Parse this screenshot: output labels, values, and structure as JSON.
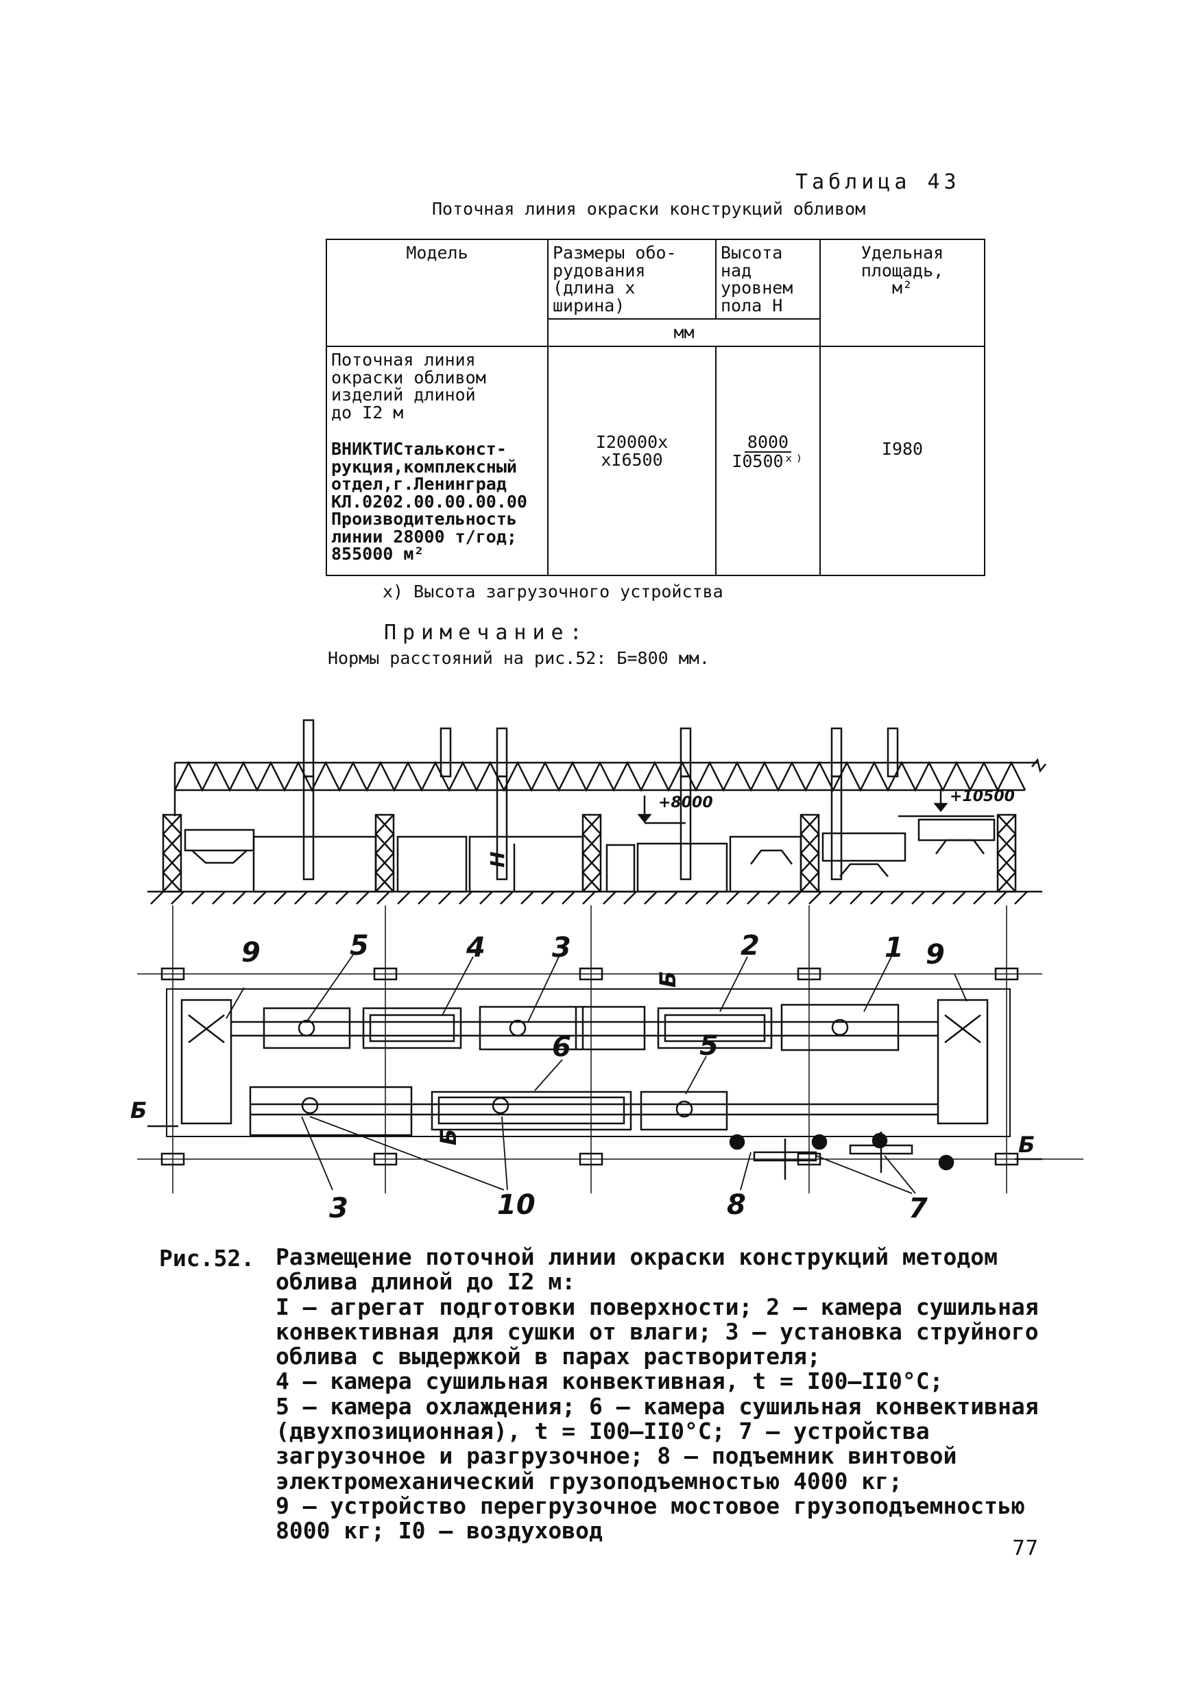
{
  "table": {
    "label": "Таблица 43",
    "title": "Поточная линия окраски конструкций обливом",
    "headers": {
      "model": "Модель",
      "dimensions": "Размеры обо-\nрудования\n(длина х\nширина)",
      "height": "Высота\nнад\nуровнем\nпола Н",
      "area": "Удельная\nплощадь,\nм²",
      "units": "мм"
    },
    "row": {
      "model_name": "Поточная линия\nокраски обливом\nизделий длиной\nдо I2 м",
      "model_org": "ВНИКТИСтальконст-\nрукция,комплексный\nотдел,г.Ленинград\nКЛ.0202.00.00.00.00\nПроизводительность\nлинии 28000 т/год;\n855000 м²",
      "dimensions": "I20000х\nхI6500",
      "height_numerator": "8000",
      "height_denominator": "I0500ˣ⁾",
      "area": "I980"
    },
    "footnote": "х) Высота загрузочного устройства"
  },
  "note": {
    "label": "Примечание:",
    "text": "Нормы расстояний на рис.52: Б=800 мм."
  },
  "drawing": {
    "level_1": "+8000",
    "level_2": "+10500",
    "height_mark": "Н",
    "section_mark": "Б",
    "callouts": [
      "9",
      "5",
      "4",
      "3",
      "2",
      "1",
      "9",
      "6",
      "5",
      "3",
      "10",
      "8",
      "7"
    ]
  },
  "caption": {
    "label": "Рис.52.",
    "lines": [
      "Размещение поточной линии окраски конструкций методом облива длиной до I2 м:",
      "I – агрегат подготовки поверхности; 2 – камера сушильная конвективная для сушки от влаги; 3 – установка струйного облива с выдержкой в парах растворителя;",
      "4 – камера сушильная конвективная, t = I00–II0°C;",
      "5 – камера охлаждения; 6 – камера сушильная конвективная (двухпозиционная), t = I00–II0°C; 7 – устройства загрузочное и разгрузочное; 8 – подъемник винтовой электромеханический грузоподъемностью 4000 кг;",
      "9 – устройство перегрузочное мостовое грузоподъемностью 8000 кг; I0 – воздуховод"
    ]
  },
  "page_number": "77"
}
